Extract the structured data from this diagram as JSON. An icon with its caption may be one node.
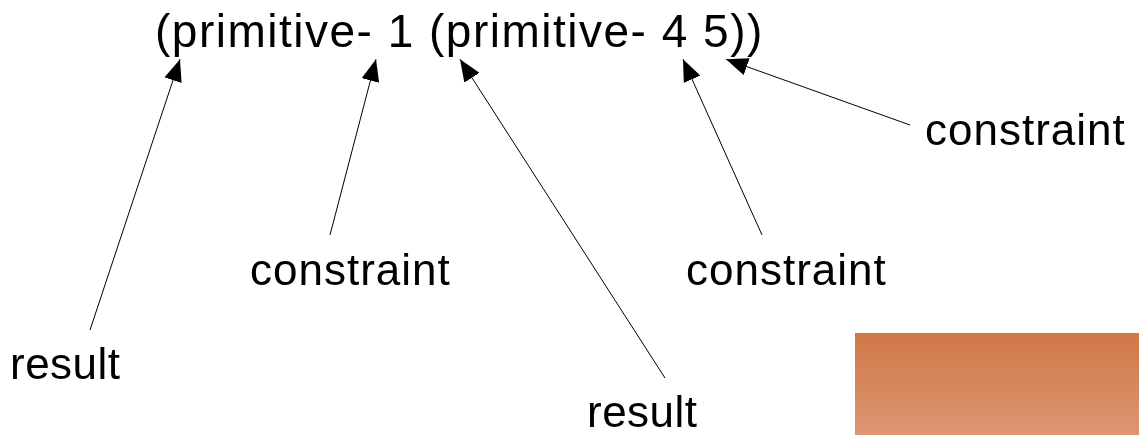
{
  "diagram": {
    "nodes": [
      {
        "text": [
          "(primitive- 1 (primitive- 4 5))"
        ]
      },
      {
        "text": [
          "result"
        ]
      },
      {
        "text": [
          "constraint"
        ]
      },
      {
        "text": [
          "result"
        ]
      },
      {
        "text": [
          "constraint"
        ]
      },
      {
        "text": [
          "constraint"
        ]
      }
    ],
    "edges": [
      {
        "from": 1,
        "to": 0,
        "arrow": "to"
      },
      {
        "from": 2,
        "to": 0,
        "arrow": "to"
      },
      {
        "from": 3,
        "to": 0,
        "arrow": "to"
      },
      {
        "from": 4,
        "to": 0,
        "arrow": "to"
      },
      {
        "from": 5,
        "to": 0,
        "arrow": "to"
      }
    ]
  }
}
